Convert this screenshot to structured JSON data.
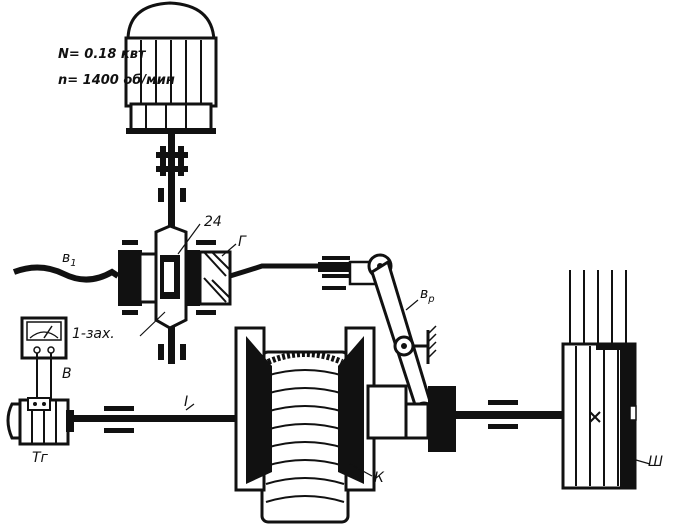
{
  "motor": {
    "power": "N= 0.18 квт",
    "speed": "n= 1400 об/мин"
  },
  "labels": {
    "gear_teeth": "24",
    "gear_g": "Г",
    "shaft_v1": "в",
    "shaft_v1_sub": "1",
    "worm": "1-зах.",
    "lever_vr": "в",
    "lever_vr_sub": "р",
    "gauge_v": "В",
    "generator_tg": "Тг",
    "shaft_i": "I",
    "wheel_k": "К",
    "drum_sh": "Ш"
  },
  "colors": {
    "ink": "#111111",
    "paper": "#ffffff"
  }
}
